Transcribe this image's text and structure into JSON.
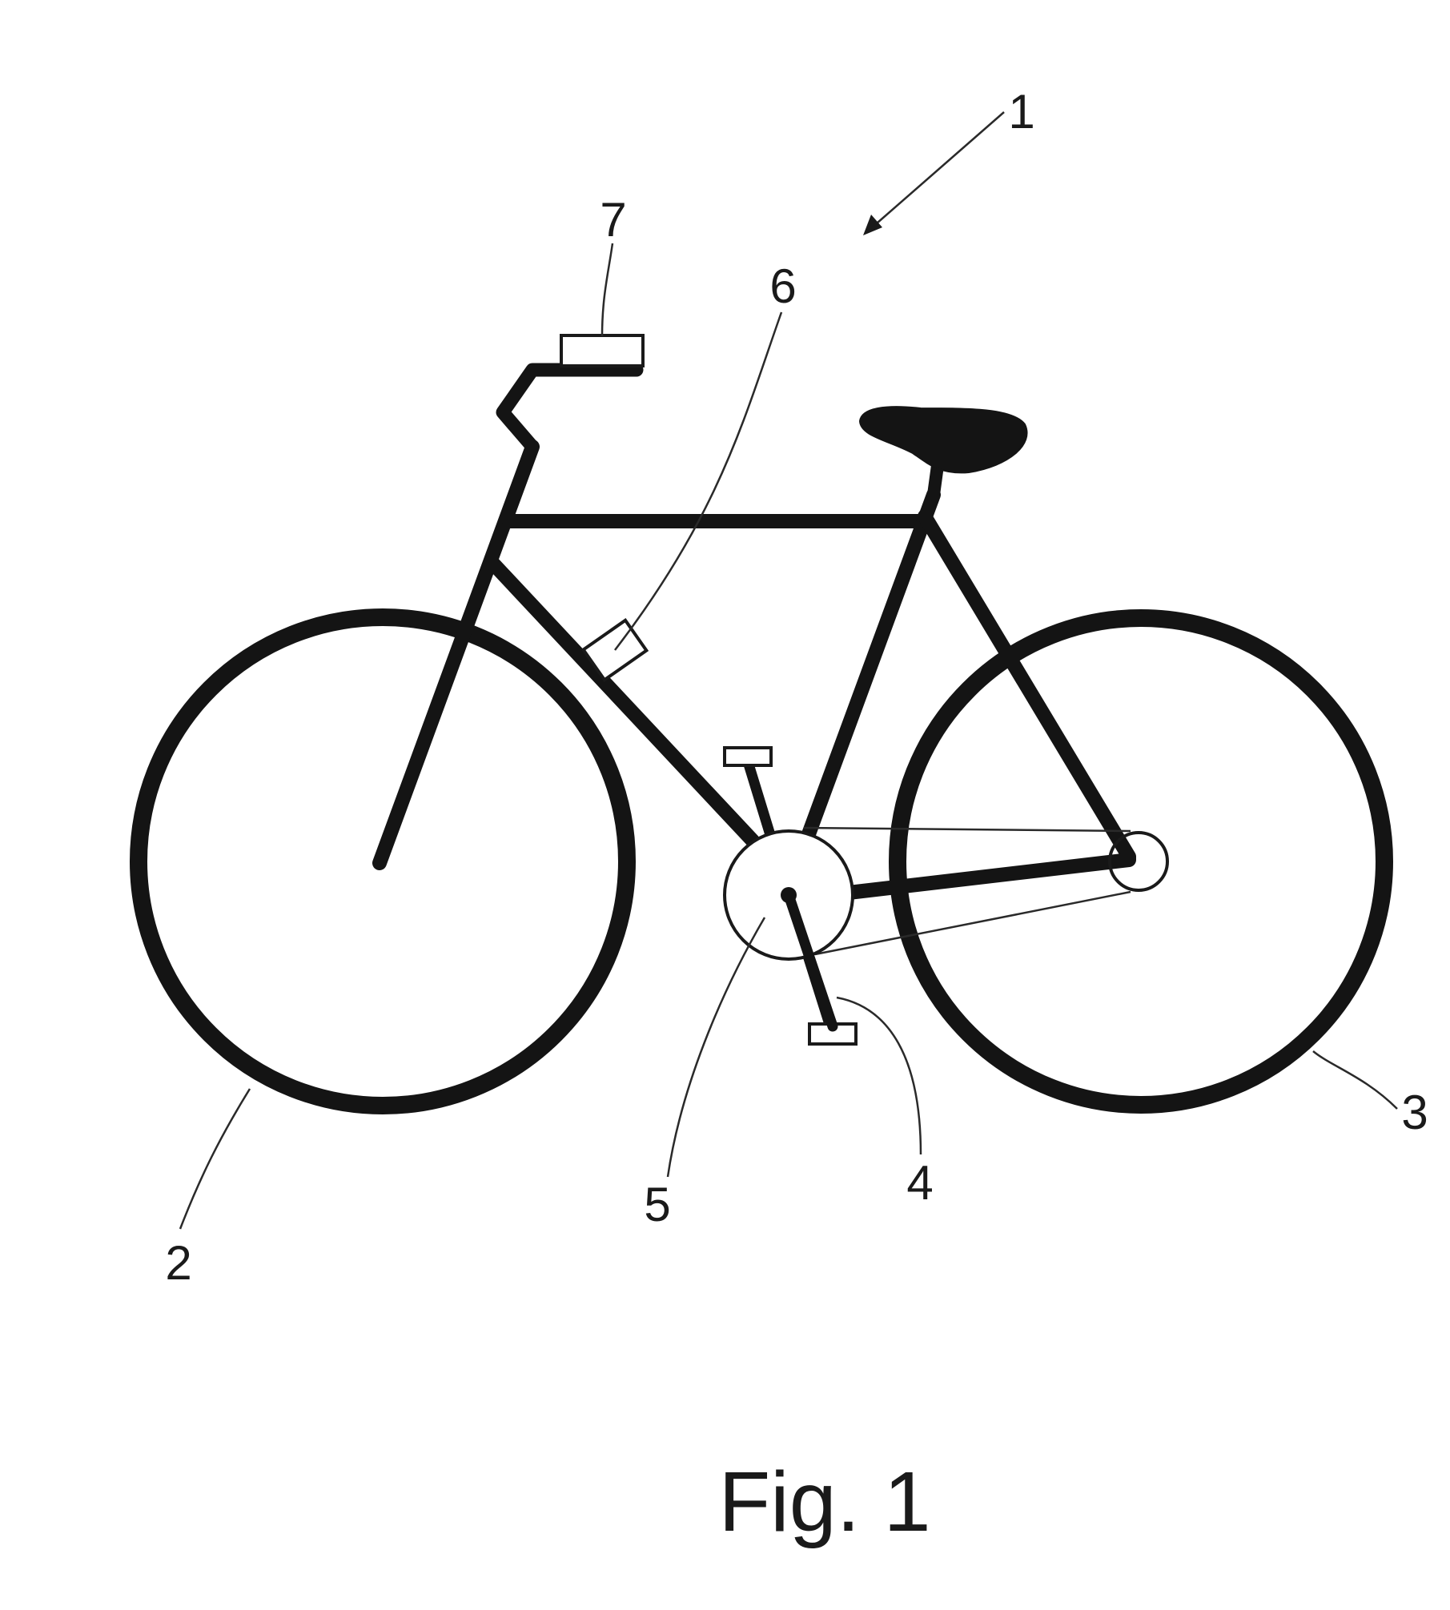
{
  "labels": {
    "bicycle": "1",
    "front_wheel": "2",
    "rear_wheel": "3",
    "crank": "4",
    "motor": "5",
    "sensor": "6",
    "display": "7"
  },
  "caption": "Fig. 1"
}
